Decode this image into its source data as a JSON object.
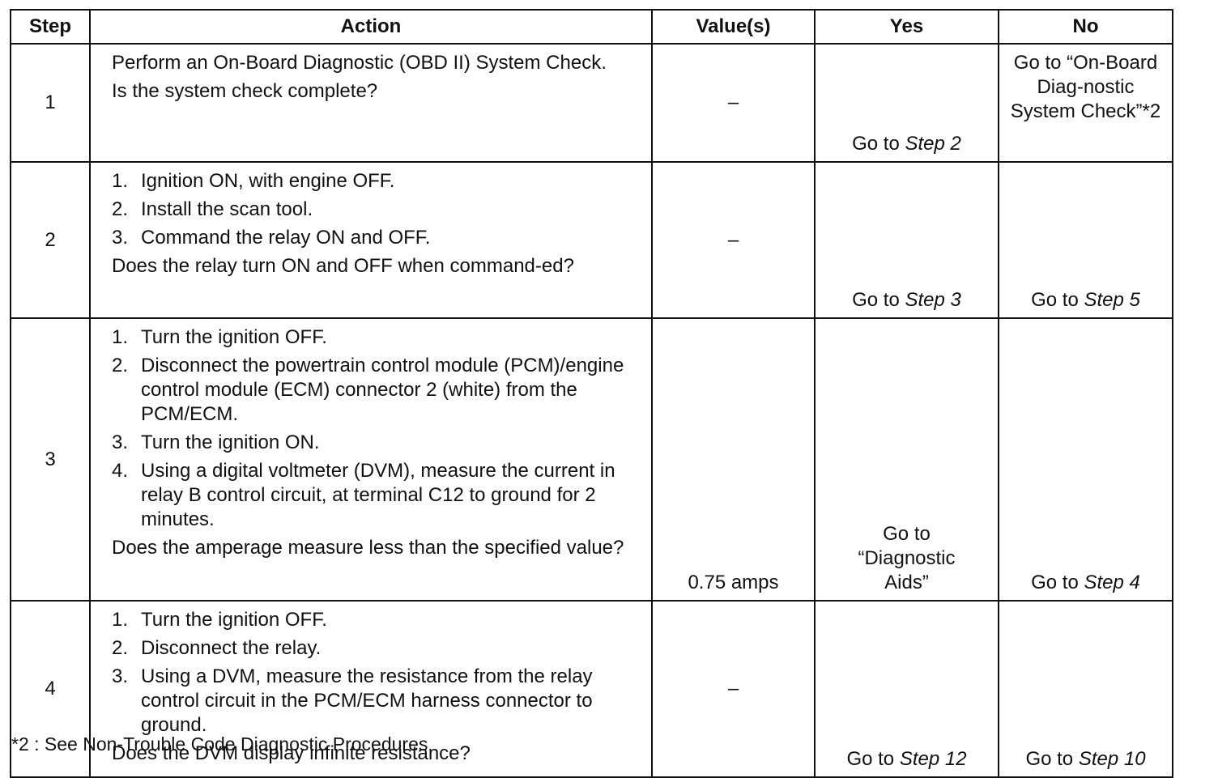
{
  "headers": {
    "step": "Step",
    "action": "Action",
    "value": "Value(s)",
    "yes": "Yes",
    "no": "No"
  },
  "rows": [
    {
      "step": "1",
      "action_paras": [
        "Perform an On-Board Diagnostic (OBD II) System Check.",
        "Is the system check complete?"
      ],
      "value": "–",
      "yes_prefix": "Go to ",
      "yes_step": "Step 2",
      "no_text": "Go to “On-Board Diag-nostic System Check”*2"
    },
    {
      "step": "2",
      "action_items": [
        {
          "num": "1.",
          "text": "Ignition ON, with engine OFF."
        },
        {
          "num": "2.",
          "text": "Install the scan tool."
        },
        {
          "num": "3.",
          "text": "Command the relay ON and OFF."
        }
      ],
      "question": "Does the relay turn ON and OFF when command-ed?",
      "value": "–",
      "yes_prefix": "Go to ",
      "yes_step": "Step 3",
      "no_prefix": "Go to ",
      "no_step": "Step 5"
    },
    {
      "step": "3",
      "action_items": [
        {
          "num": "1.",
          "text": "Turn the ignition OFF."
        },
        {
          "num": "2.",
          "text": "Disconnect the powertrain control module (PCM)/engine control module (ECM) connector 2 (white) from the PCM/ECM."
        },
        {
          "num": "3.",
          "text": "Turn the ignition ON."
        },
        {
          "num": "4.",
          "text": "Using a digital voltmeter (DVM), measure the current in relay B control circuit, at terminal C12 to ground for 2 minutes."
        }
      ],
      "question": "Does the amperage measure less than the specified value?",
      "value": "0.75 amps",
      "yes_text": "Go to “Diagnostic Aids”",
      "no_prefix": "Go to ",
      "no_step": "Step 4"
    },
    {
      "step": "4",
      "action_items": [
        {
          "num": "1.",
          "text": "Turn the ignition OFF."
        },
        {
          "num": "2.",
          "text": "Disconnect the relay."
        },
        {
          "num": "3.",
          "text": "Using a DVM, measure the resistance from the relay control circuit in the PCM/ECM harness connector to ground."
        }
      ],
      "question": "Does the DVM display infinite resistance?",
      "value": "–",
      "yes_prefix": "Go to ",
      "yes_step": "Step 12",
      "no_prefix": "Go to ",
      "no_step": "Step 10"
    }
  ],
  "footnote": "*2 : See Non-Trouble Code Diagnostic Procedures"
}
